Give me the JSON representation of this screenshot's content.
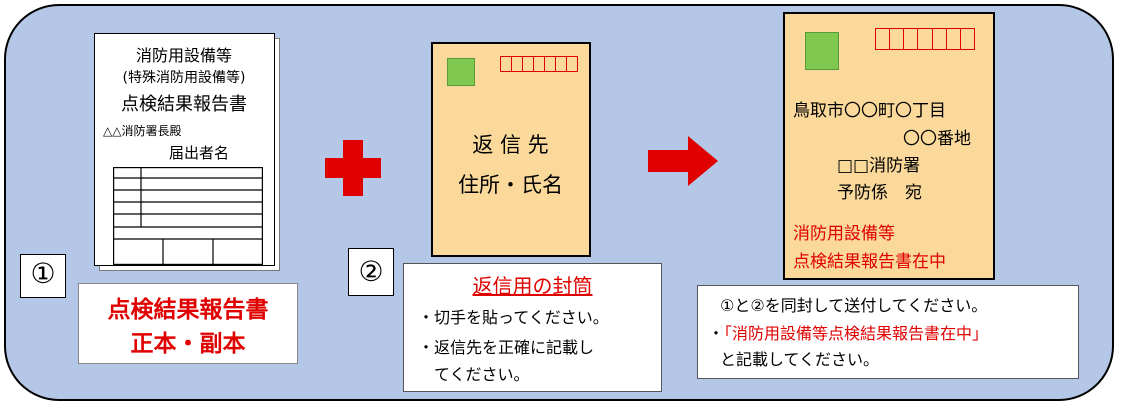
{
  "form_sheet": {
    "title_lines": [
      "消防用設備等",
      "(特殊消防用設備等)",
      "点検結果報告書"
    ],
    "addressee": "△△消防署長殿",
    "submitter": "届出者名"
  },
  "item1": {
    "number": "①",
    "caption_lines": [
      "点検結果報告書",
      "正本・副本"
    ]
  },
  "return_envelope": {
    "line1": "返 信 先",
    "line2": "住所・氏名"
  },
  "item2": {
    "number": "②",
    "title": "返信用の封筒",
    "bullets": [
      "・切手を貼ってください。",
      "・返信先を正確に記載し",
      "てください。"
    ]
  },
  "send_envelope": {
    "address_lines": [
      "鳥取市〇〇町〇丁目",
      "〇〇番地",
      "□□消防署",
      "予防係　宛"
    ],
    "enclosure_lines": [
      "消防用設備等",
      "点検結果報告書在中"
    ]
  },
  "instructions": {
    "line1": "①と②を同封して送付してください。",
    "line2_prefix": "・",
    "line2_quote": "「消防用設備等点検結果報告書在中」",
    "line3": "と記載してください。"
  },
  "colors": {
    "panel": "#b4c7e7",
    "accent_red": "#e00000",
    "envelope": "#fad99b",
    "stamp": "#7ec850"
  }
}
